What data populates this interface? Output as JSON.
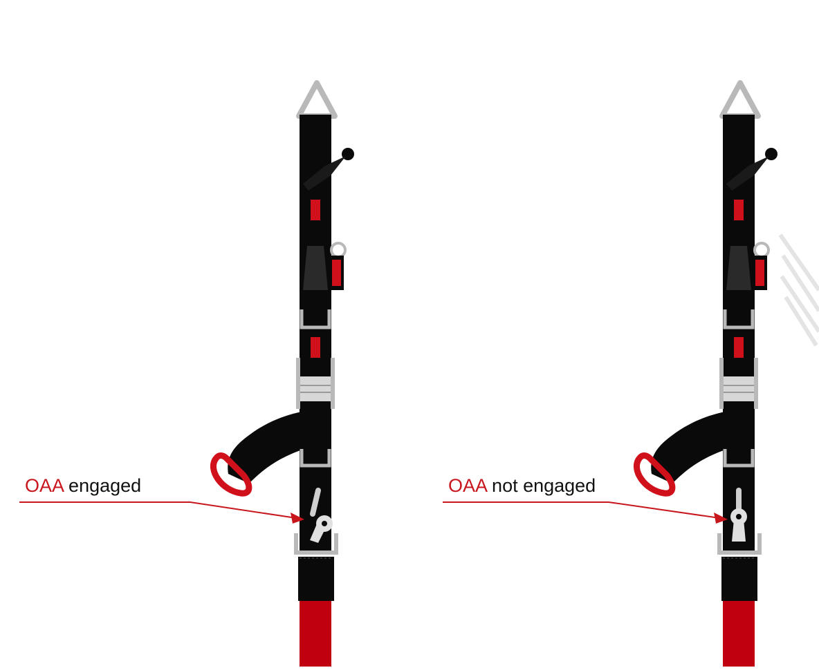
{
  "labels": {
    "left": {
      "prefix": "OAA",
      "text": "engaged"
    },
    "right": {
      "prefix": "OAA",
      "text": "not engaged"
    }
  },
  "colors": {
    "webbing": "#0a0a0a",
    "accent": "#d0101b",
    "riser_red": "#c0000f",
    "metal": "#b9b9b9",
    "buckle": "#d7d7d7",
    "background": "#ffffff"
  },
  "states": [
    {
      "id": "left",
      "oaa": "engaged"
    },
    {
      "id": "right",
      "oaa": "not engaged"
    }
  ]
}
